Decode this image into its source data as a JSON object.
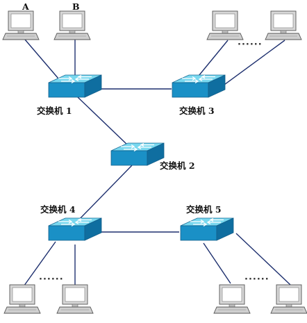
{
  "switches": {
    "s1": {
      "label": "交换机 1"
    },
    "s2": {
      "label": "交换机 2"
    },
    "s3": {
      "label": "交换机 3"
    },
    "s4": {
      "label": "交换机 4"
    },
    "s5": {
      "label": "交换机 5"
    }
  },
  "computers": {
    "a": {
      "label": "A"
    },
    "b": {
      "label": "B"
    }
  },
  "ellipsis": {
    "top_right": "······",
    "bottom_left": "······",
    "bottom_right": "······"
  },
  "icons": {
    "switch": "network-switch-icon",
    "computer": "desktop-computer-icon"
  },
  "colors": {
    "switch_top": "#74d6ee",
    "switch_front": "#1a8ec4",
    "switch_side": "#0f6ea0",
    "link": "#1d2f6e"
  }
}
